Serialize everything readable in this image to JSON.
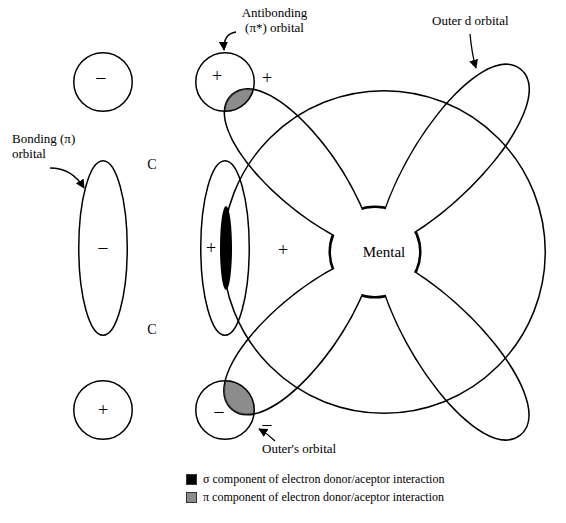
{
  "diagram": {
    "nodes": [
      {
        "text": [
          "−"
        ]
      },
      {
        "text": [
          "+"
        ]
      },
      {
        "text": [
          "−"
        ]
      },
      {
        "text": [
          "+"
        ]
      },
      {
        "text": [
          "Mental"
        ]
      },
      {
        "text": [
          "+"
        ]
      },
      {
        "text": [
          "−"
        ]
      }
    ],
    "labels": [
      "Antibonding (π*) orbital",
      "Outer d orbital",
      "+",
      "Bonding (π) orbital",
      "C",
      "+",
      "C",
      "−",
      "Outer's orbital"
    ],
    "legend": [
      {
        "text": "σ component of electron donor/aceptor interaction",
        "color": "#000000"
      },
      {
        "text": "π component of electron donor/aceptor interaction",
        "color": "#8c8c8c"
      }
    ]
  }
}
